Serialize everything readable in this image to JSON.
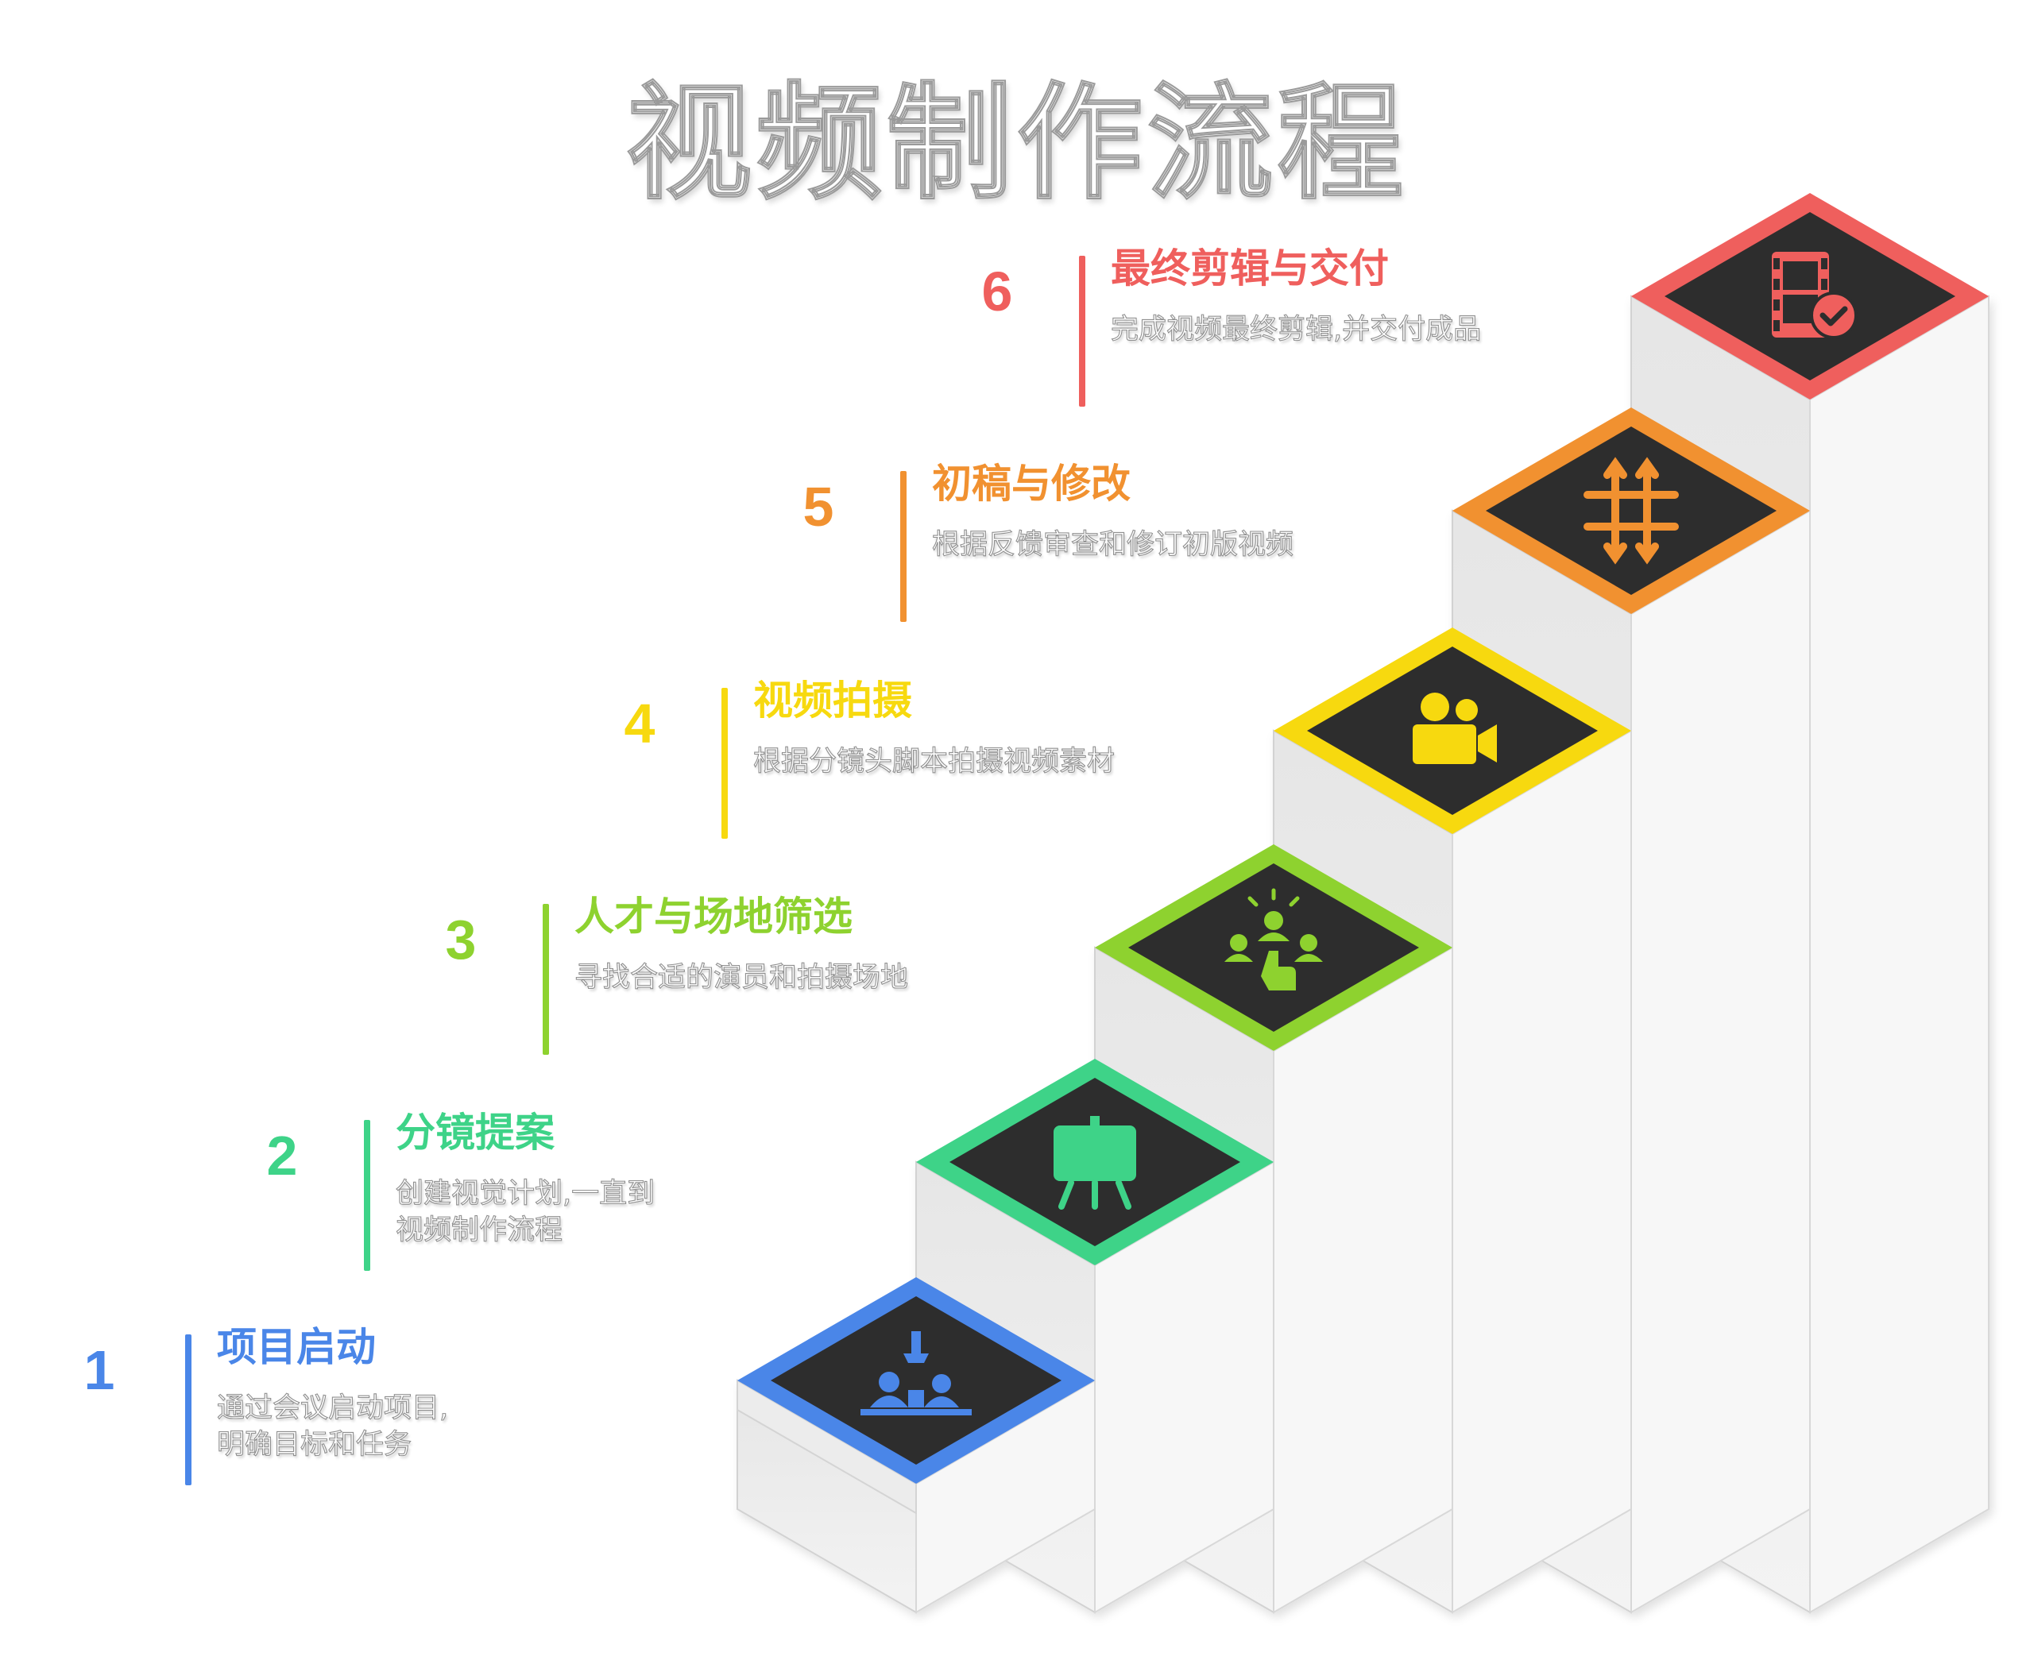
{
  "title": "视频制作流程",
  "steps": [
    {
      "number": "1",
      "title": "项目启动",
      "desc_lines": [
        "通过会议启动项目,",
        "明确目标和任务"
      ],
      "color": "#4a86e8",
      "icon": "meeting-icon"
    },
    {
      "number": "2",
      "title": "分镜提案",
      "desc_lines": [
        "创建视觉计划,一直到",
        "视频制作流程"
      ],
      "color": "#3ed388",
      "icon": "presentation-easel-icon"
    },
    {
      "number": "3",
      "title": "人才与场地筛选",
      "desc_lines": [
        "寻找合适的演员和拍摄场地"
      ],
      "color": "#8ed22f",
      "icon": "talent-selection-icon"
    },
    {
      "number": "4",
      "title": "视频拍摄",
      "desc_lines": [
        "根据分镜头脚本拍摄视频素材"
      ],
      "color": "#f7d90f",
      "icon": "video-camera-icon"
    },
    {
      "number": "5",
      "title": "初稿与修改",
      "desc_lines": [
        "根据反馈审查和修订初版视频"
      ],
      "color": "#f19130",
      "icon": "crop-move-icon"
    },
    {
      "number": "6",
      "title": "最终剪辑与交付",
      "desc_lines": [
        "完成视频最终剪辑,并交付成品"
      ],
      "color": "#ef5f5d",
      "icon": "film-check-icon"
    }
  ]
}
